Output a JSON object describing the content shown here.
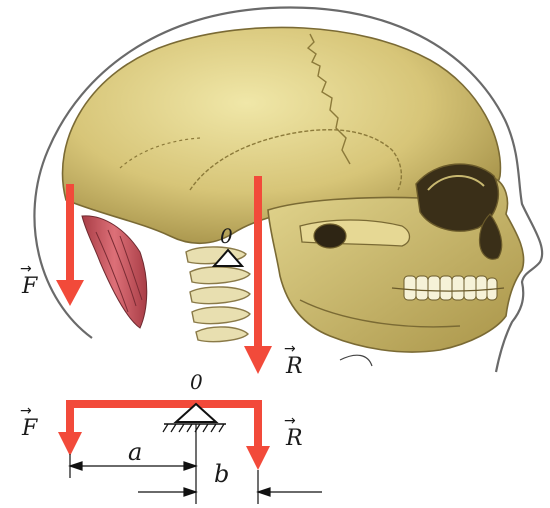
{
  "labels": {
    "pivot_upper": "0",
    "pivot_lower": "0",
    "force_upper": "F",
    "force_lower": "F",
    "reaction_upper": "R",
    "reaction_lower": "R",
    "dist_a": "a",
    "dist_b": "b",
    "vector_arrow": "→"
  },
  "colors": {
    "force_arrow": "#f24a3a",
    "bone": "#cdbb6e",
    "bone_shade": "#8f7d3c",
    "muscle": "#c8505a",
    "skin_outline": "#6a6a6a",
    "ink": "#1a1a1a"
  }
}
